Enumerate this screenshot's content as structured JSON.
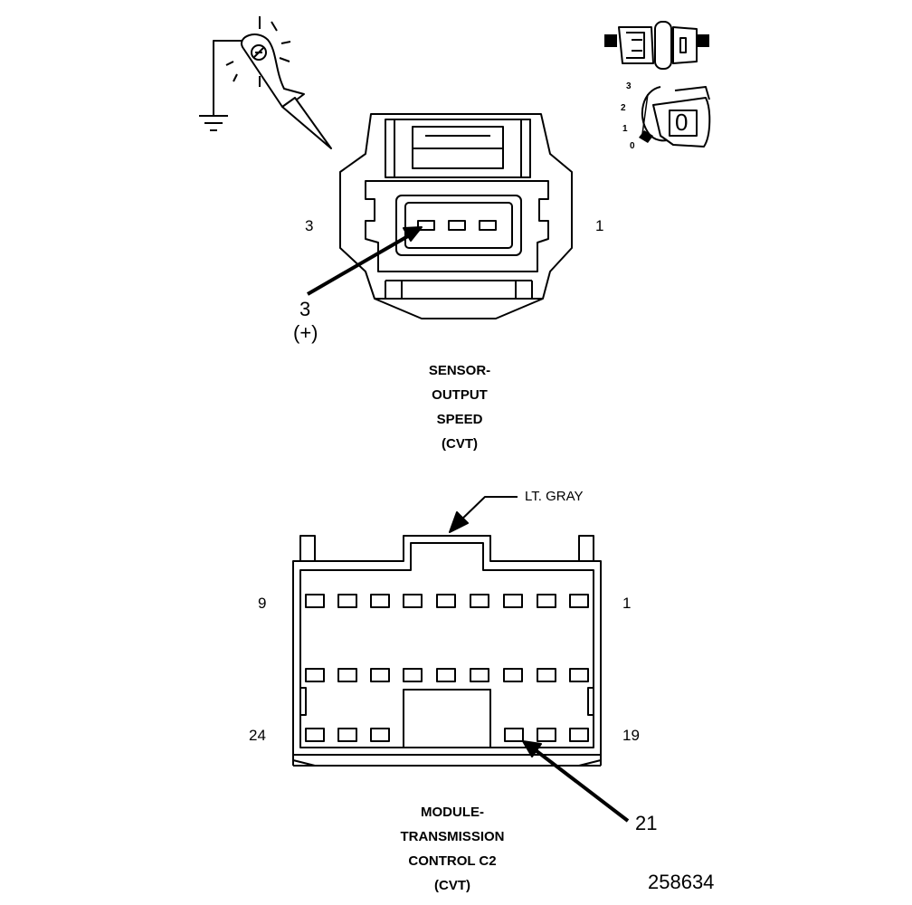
{
  "sensor_connector": {
    "pin_left": "3",
    "pin_right": "1",
    "callout_pin": "3",
    "callout_polarity": "(+)",
    "title_lines": [
      "SENSOR-",
      "OUTPUT",
      "SPEED",
      "(CVT)"
    ]
  },
  "module_connector": {
    "color_label": "LT. GRAY",
    "pin_top_left": "9",
    "pin_top_right": "1",
    "pin_bottom_left": "24",
    "pin_bottom_right": "19",
    "callout_pin": "21",
    "title_lines": [
      "MODULE-",
      "TRANSMISSION",
      "CONTROL C2",
      "(CVT)"
    ]
  },
  "ignition_switch": {
    "positions": [
      "3",
      "2",
      "1",
      "0"
    ],
    "key_position": "0"
  },
  "figure_id": "258634",
  "icons": [
    "test-light-icon",
    "ground-symbol-icon",
    "disconnected-connector-icon",
    "ignition-key-icon"
  ]
}
